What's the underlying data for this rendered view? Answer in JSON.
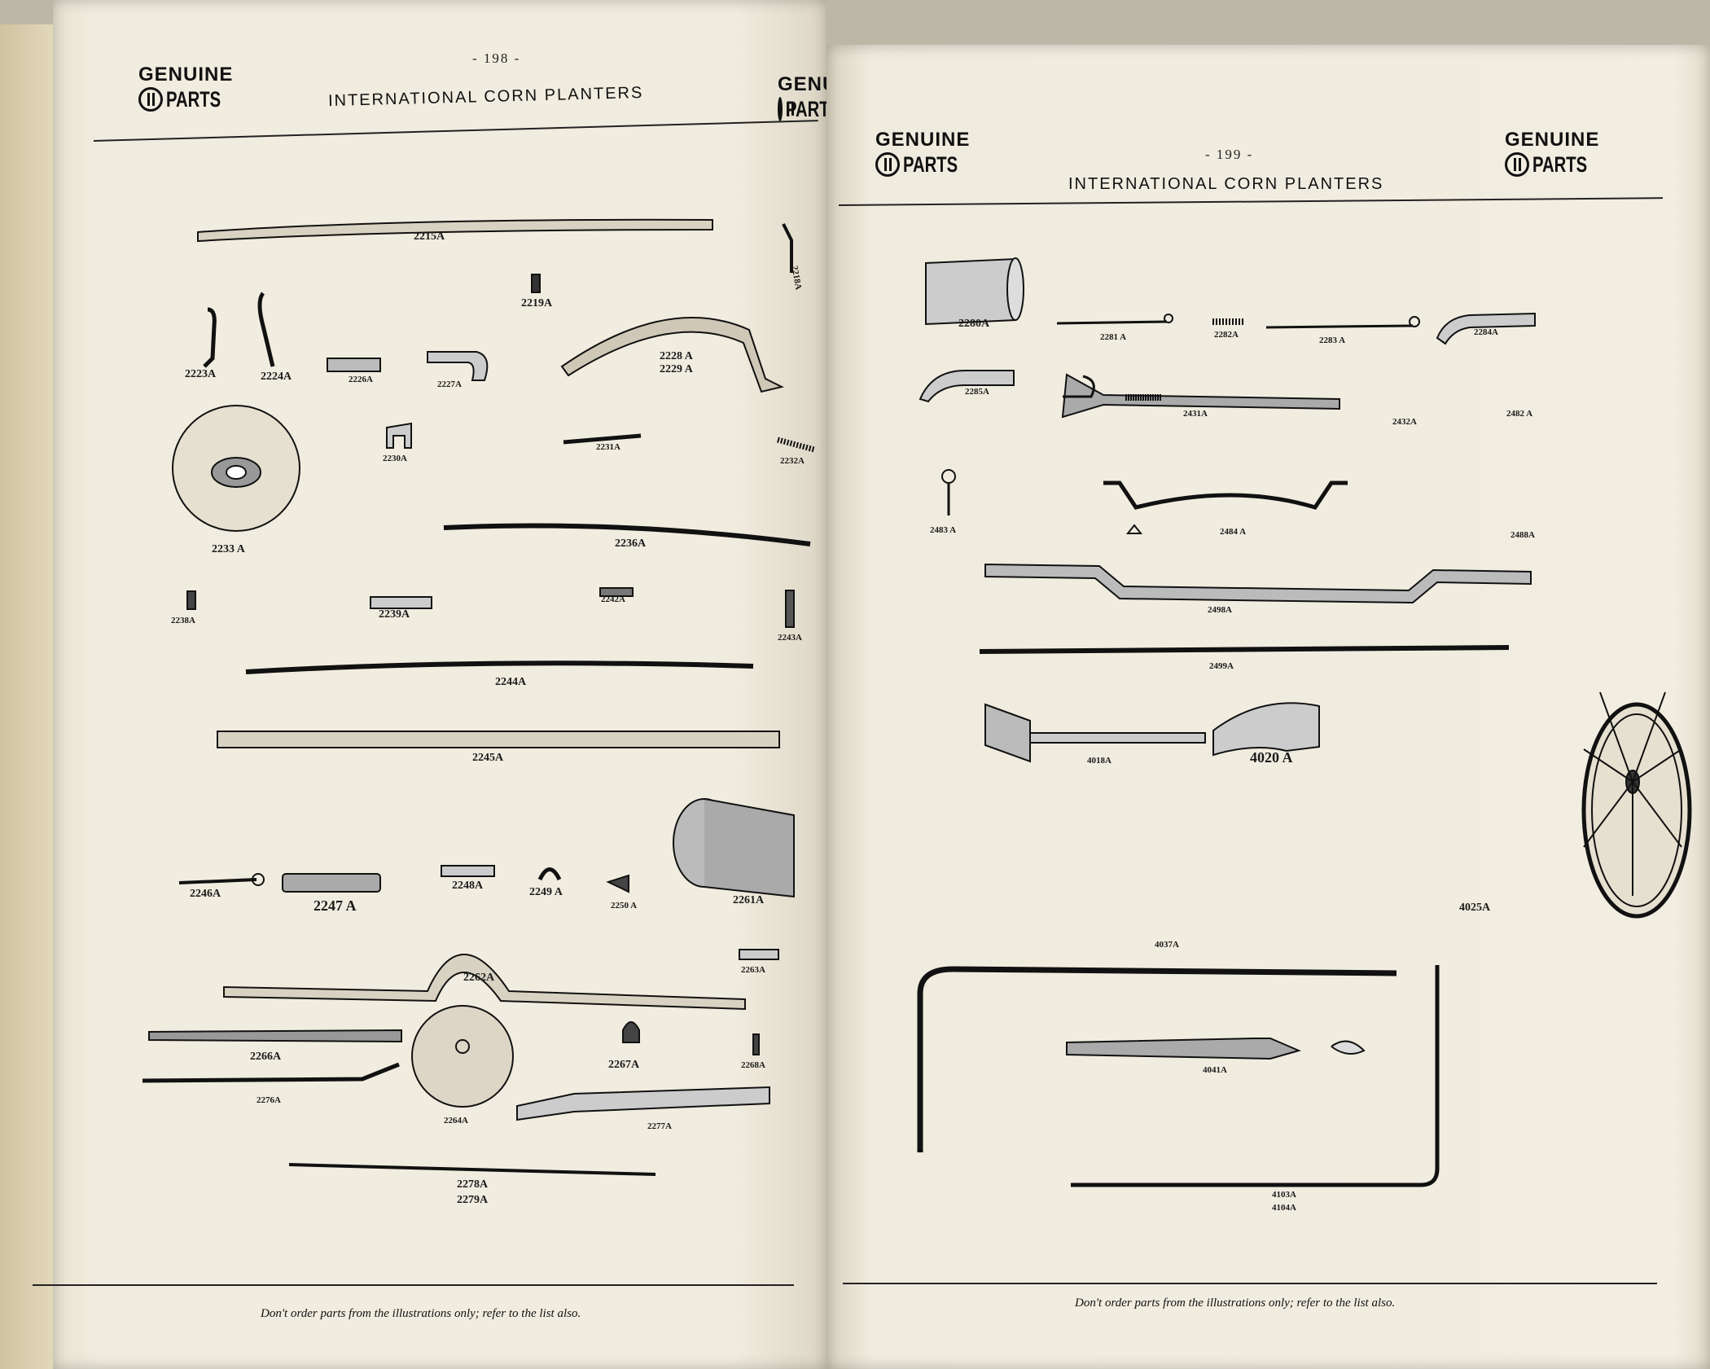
{
  "left_page": {
    "page_number": "- 198 -",
    "title": "INTERNATIONAL CORN PLANTERS",
    "logo_left": {
      "genuine": "GENUINE",
      "parts": "PARTS"
    },
    "logo_right": {
      "genuine": "GENUINE",
      "parts": "PARTS"
    },
    "footer": "Don't order parts from the illustrations only; refer to the list also.",
    "parts": [
      "2215A",
      "2218A",
      "2219A",
      "2223A",
      "2224A",
      "2226A",
      "2227A",
      "2228 A",
      "2229 A",
      "2230A",
      "2231A",
      "2232A",
      "2233 A",
      "2236A",
      "2238A",
      "2239A",
      "2242A",
      "2243A",
      "2244A",
      "2245A",
      "2246A",
      "2247 A",
      "2248A",
      "2249 A",
      "2250 A",
      "2261A",
      "2262A",
      "2263A",
      "2264A",
      "2266A",
      "2267A",
      "2268A",
      "2276A",
      "2277A",
      "2278A",
      "2279A"
    ]
  },
  "right_page": {
    "page_number": "- 199 -",
    "title": "INTERNATIONAL CORN PLANTERS",
    "logo_left": {
      "genuine": "GENUINE",
      "parts": "PARTS"
    },
    "logo_right": {
      "genuine": "GENUINE",
      "parts": "PARTS"
    },
    "footer": "Don't order parts from the illustrations only; refer to the list also.",
    "parts": [
      "2280A",
      "2281 A",
      "2282A",
      "2283 A",
      "2284A",
      "2285A",
      "2431A",
      "2432A",
      "2482 A",
      "2483 A",
      "2484 A",
      "2488A",
      "2498A",
      "2499A",
      "4018A",
      "4020 A",
      "4025A",
      "4037A",
      "4041A",
      "4103A",
      "4104A"
    ]
  }
}
